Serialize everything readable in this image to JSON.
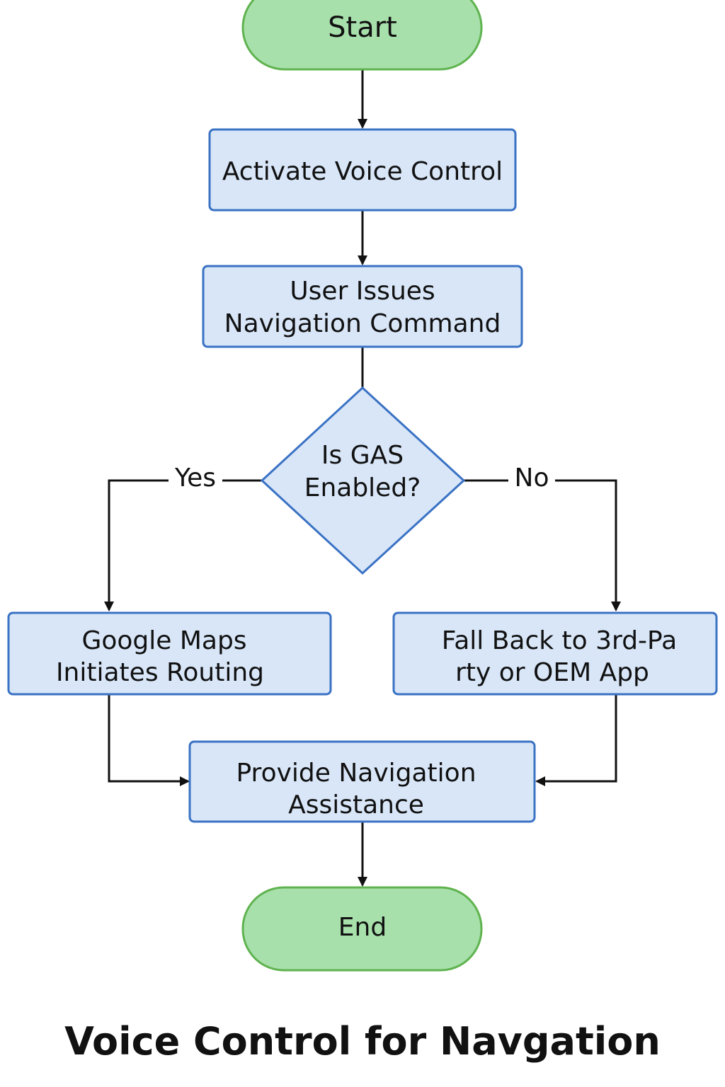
{
  "title": "Voice Control for Navgation",
  "colors": {
    "terminal_fill": "#a8e0ac",
    "terminal_stroke": "#5fb34f",
    "process_fill": "#d8e6f8",
    "process_stroke": "#3a72c4",
    "line": "#111111"
  },
  "nodes": {
    "start": {
      "label": "Start"
    },
    "activate": {
      "label": "Activate Voice Control"
    },
    "issue": {
      "line1": "User Issues",
      "line2": "Navigation Command"
    },
    "decision": {
      "line1": "Is GAS",
      "line2": "Enabled?"
    },
    "google": {
      "line1": "Google Maps",
      "line2": "Initiates Routing"
    },
    "fallback": {
      "line1": "Fall Back to 3rd-Pa",
      "line2": "rty or OEM App"
    },
    "provide": {
      "line1": "Provide Navigation",
      "line2": "Assistance"
    },
    "end": {
      "label": "End"
    }
  },
  "edges": {
    "yes_label": "Yes",
    "no_label": "No"
  }
}
